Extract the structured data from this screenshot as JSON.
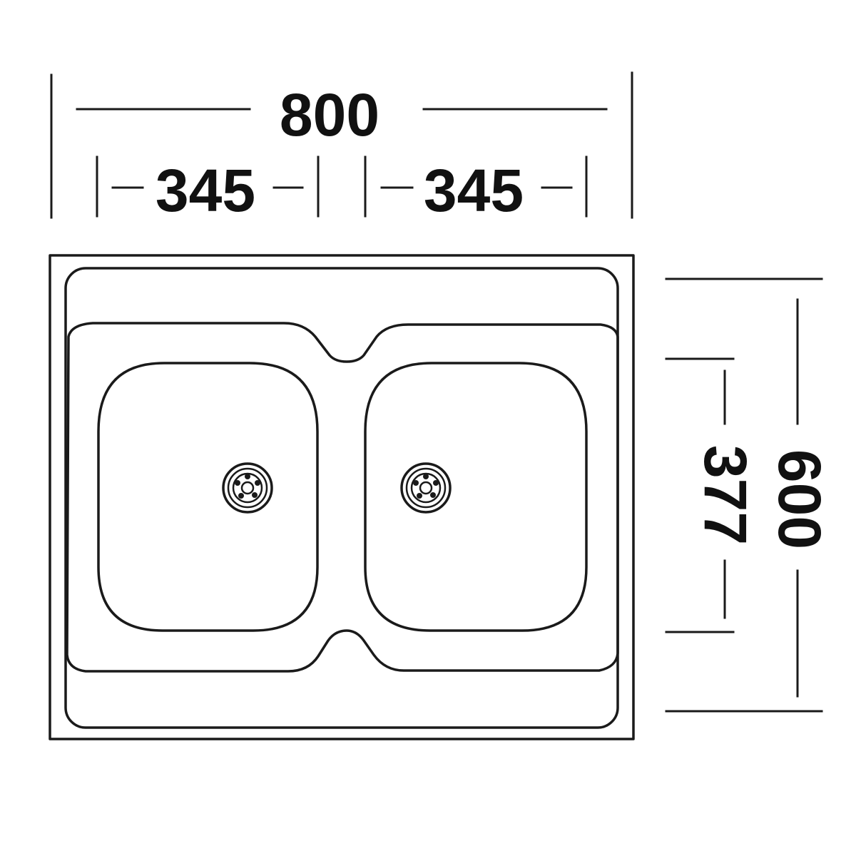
{
  "dimensions": {
    "overall_width": "800",
    "bowl_left_width": "345",
    "bowl_right_width": "345",
    "bowl_depth": "377",
    "overall_depth": "600"
  },
  "colors": {
    "line": "#1a1a1a",
    "background": "#ffffff"
  }
}
